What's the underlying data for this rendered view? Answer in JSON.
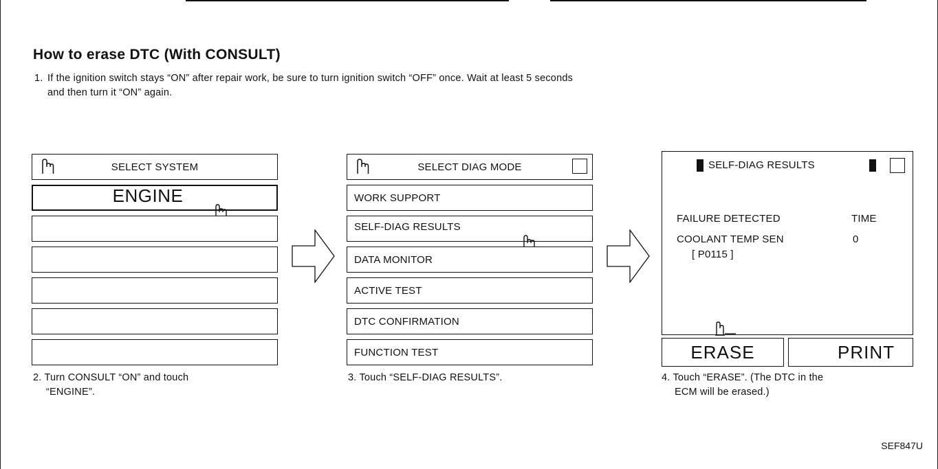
{
  "heading": "How to erase DTC (With CONSULT)",
  "step1": {
    "num": "1.",
    "line1": "If the ignition switch stays “ON” after repair work, be sure to turn ignition switch “OFF” once. Wait at least 5 seconds",
    "line2": "and then turn it “ON” again."
  },
  "screen1": {
    "title": "SELECT SYSTEM",
    "items": [
      "ENGINE",
      "",
      "",
      "",
      "",
      ""
    ]
  },
  "screen2": {
    "title": "SELECT DIAG MODE",
    "items": [
      "WORK SUPPORT",
      "SELF-DIAG RESULTS",
      "DATA MONITOR",
      "ACTIVE TEST",
      "DTC CONFIRMATION",
      "FUNCTION TEST"
    ]
  },
  "screen3": {
    "title": "SELF-DIAG RESULTS",
    "col_failure": "FAILURE DETECTED",
    "col_time": "TIME",
    "fault_name": "COOLANT TEMP SEN",
    "fault_time": "0",
    "fault_code": "[ P0115 ]",
    "erase_label": "ERASE",
    "print_label": "PRINT"
  },
  "captions": {
    "c2_num": "2.",
    "c2_line1": "Turn CONSULT “ON” and touch",
    "c2_line2": "“ENGINE”.",
    "c3_num": "3.",
    "c3_line1": "Touch “SELF-DIAG RESULTS”.",
    "c4_num": "4.",
    "c4_line1": "Touch “ERASE”. (The DTC in the",
    "c4_line2": "ECM will be erased.)"
  },
  "figure_code": "SEF847U",
  "icons": {
    "pointer": "hand-pointer-icon",
    "arrow": "right-arrow-icon"
  }
}
